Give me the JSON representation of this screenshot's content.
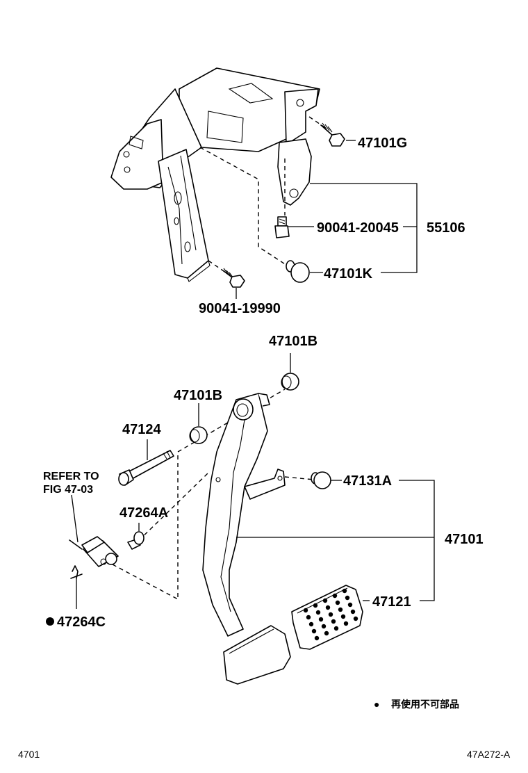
{
  "diagram": {
    "parts": {
      "p47101G": "47101G",
      "p90041_20045": "90041-20045",
      "p55106": "55106",
      "p47101K": "47101K",
      "p90041_19990": "90041-19990",
      "p47101B_top": "47101B",
      "p47101B_mid": "47101B",
      "p47124": "47124",
      "p47131A": "47131A",
      "p47101": "47101",
      "p47264A": "47264A",
      "p47121": "47121",
      "p47264C": "47264C"
    },
    "refer_note": {
      "line1": "REFER TO",
      "line2": "FIG 47-03"
    },
    "legend": {
      "symbol": "●",
      "text": "再使用不可部品"
    },
    "footer": {
      "left": "4701",
      "right": "47A272-A"
    }
  }
}
